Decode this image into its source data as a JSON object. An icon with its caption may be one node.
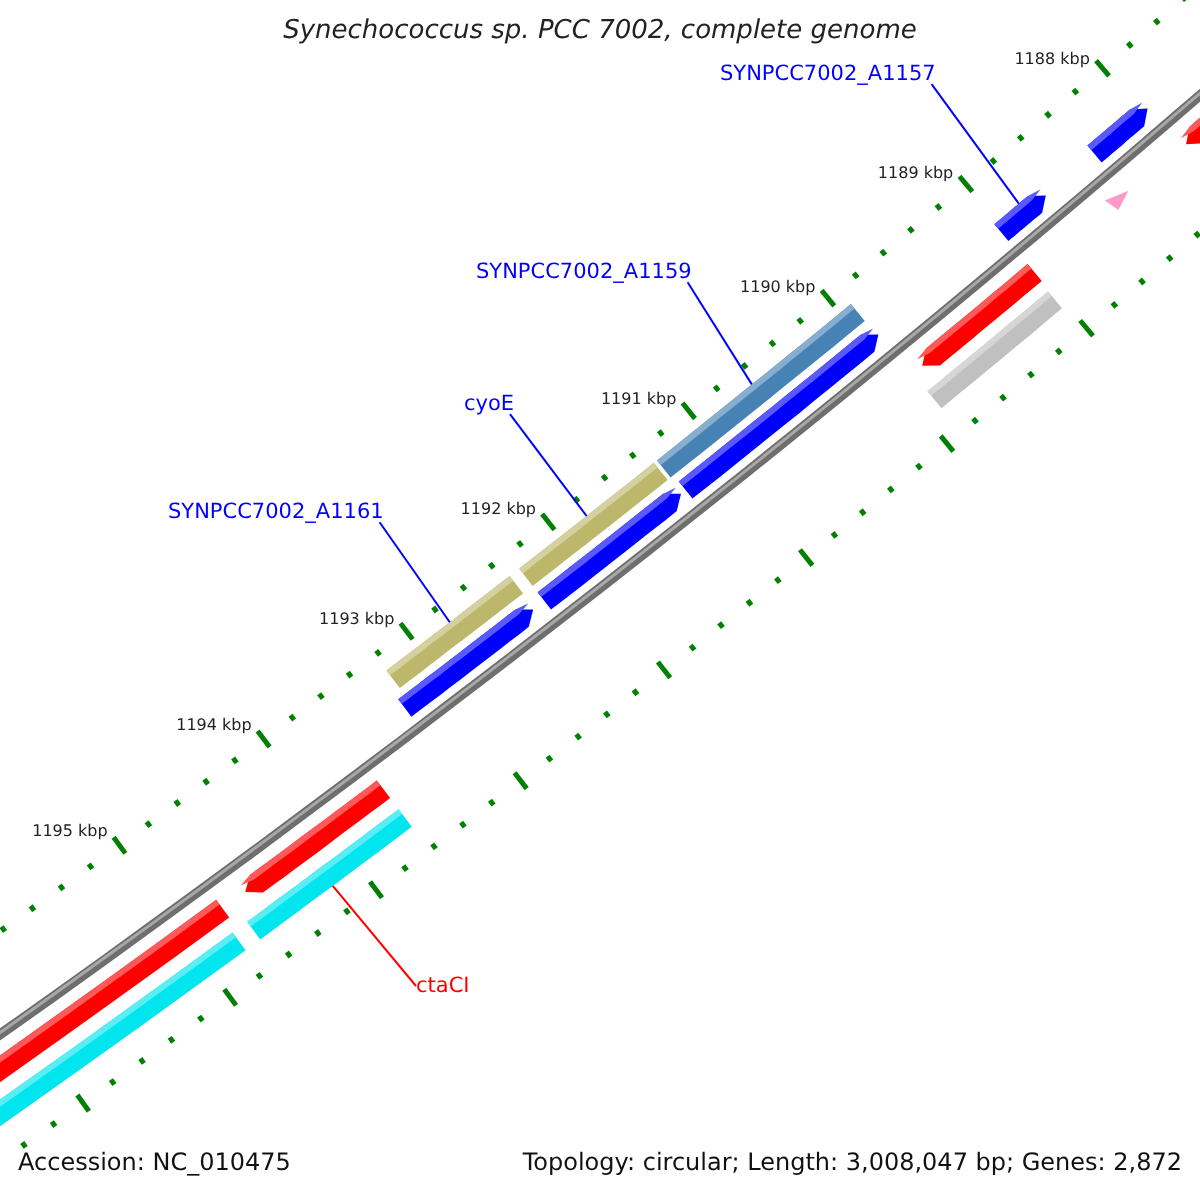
{
  "diagram": {
    "title": "Synechococcus sp. PCC 7002, complete genome",
    "nodes": [
      {
        "text": [
          "SYNPCC7002_A1157"
        ]
      },
      {
        "text": [],
        "shape": "bar"
      },
      {
        "text": [
          "SYNPCC7002_A1159"
        ]
      },
      {
        "text": [],
        "shape": "bar"
      },
      {
        "text": [
          "cyoE"
        ]
      },
      {
        "text": [],
        "shape": "bar"
      },
      {
        "text": [
          "SYNPCC7002_A1161"
        ]
      },
      {
        "text": [],
        "shape": "bar"
      },
      {
        "text": [
          "ctaCI"
        ]
      },
      {
        "text": [],
        "shape": "bar"
      }
    ],
    "edges": [
      {
        "from": 0,
        "to": 1,
        "arrow": "none"
      },
      {
        "from": 2,
        "to": 3,
        "arrow": "none"
      },
      {
        "from": 4,
        "to": 5,
        "arrow": "none"
      },
      {
        "from": 6,
        "to": 7,
        "arrow": "none"
      },
      {
        "from": 8,
        "to": 9,
        "arrow": "none",
        "color": "#ff0000"
      }
    ],
    "labels": [
      "1188 kbp",
      "1189 kbp",
      "1190 kbp",
      "1191 kbp",
      "1192 kbp",
      "1193 kbp",
      "1194 kbp",
      "1195 kbp",
      "Accession: NC_010475",
      "Topology: circular; Length: 3,008,047 bp; Genes: 2,872"
    ]
  }
}
